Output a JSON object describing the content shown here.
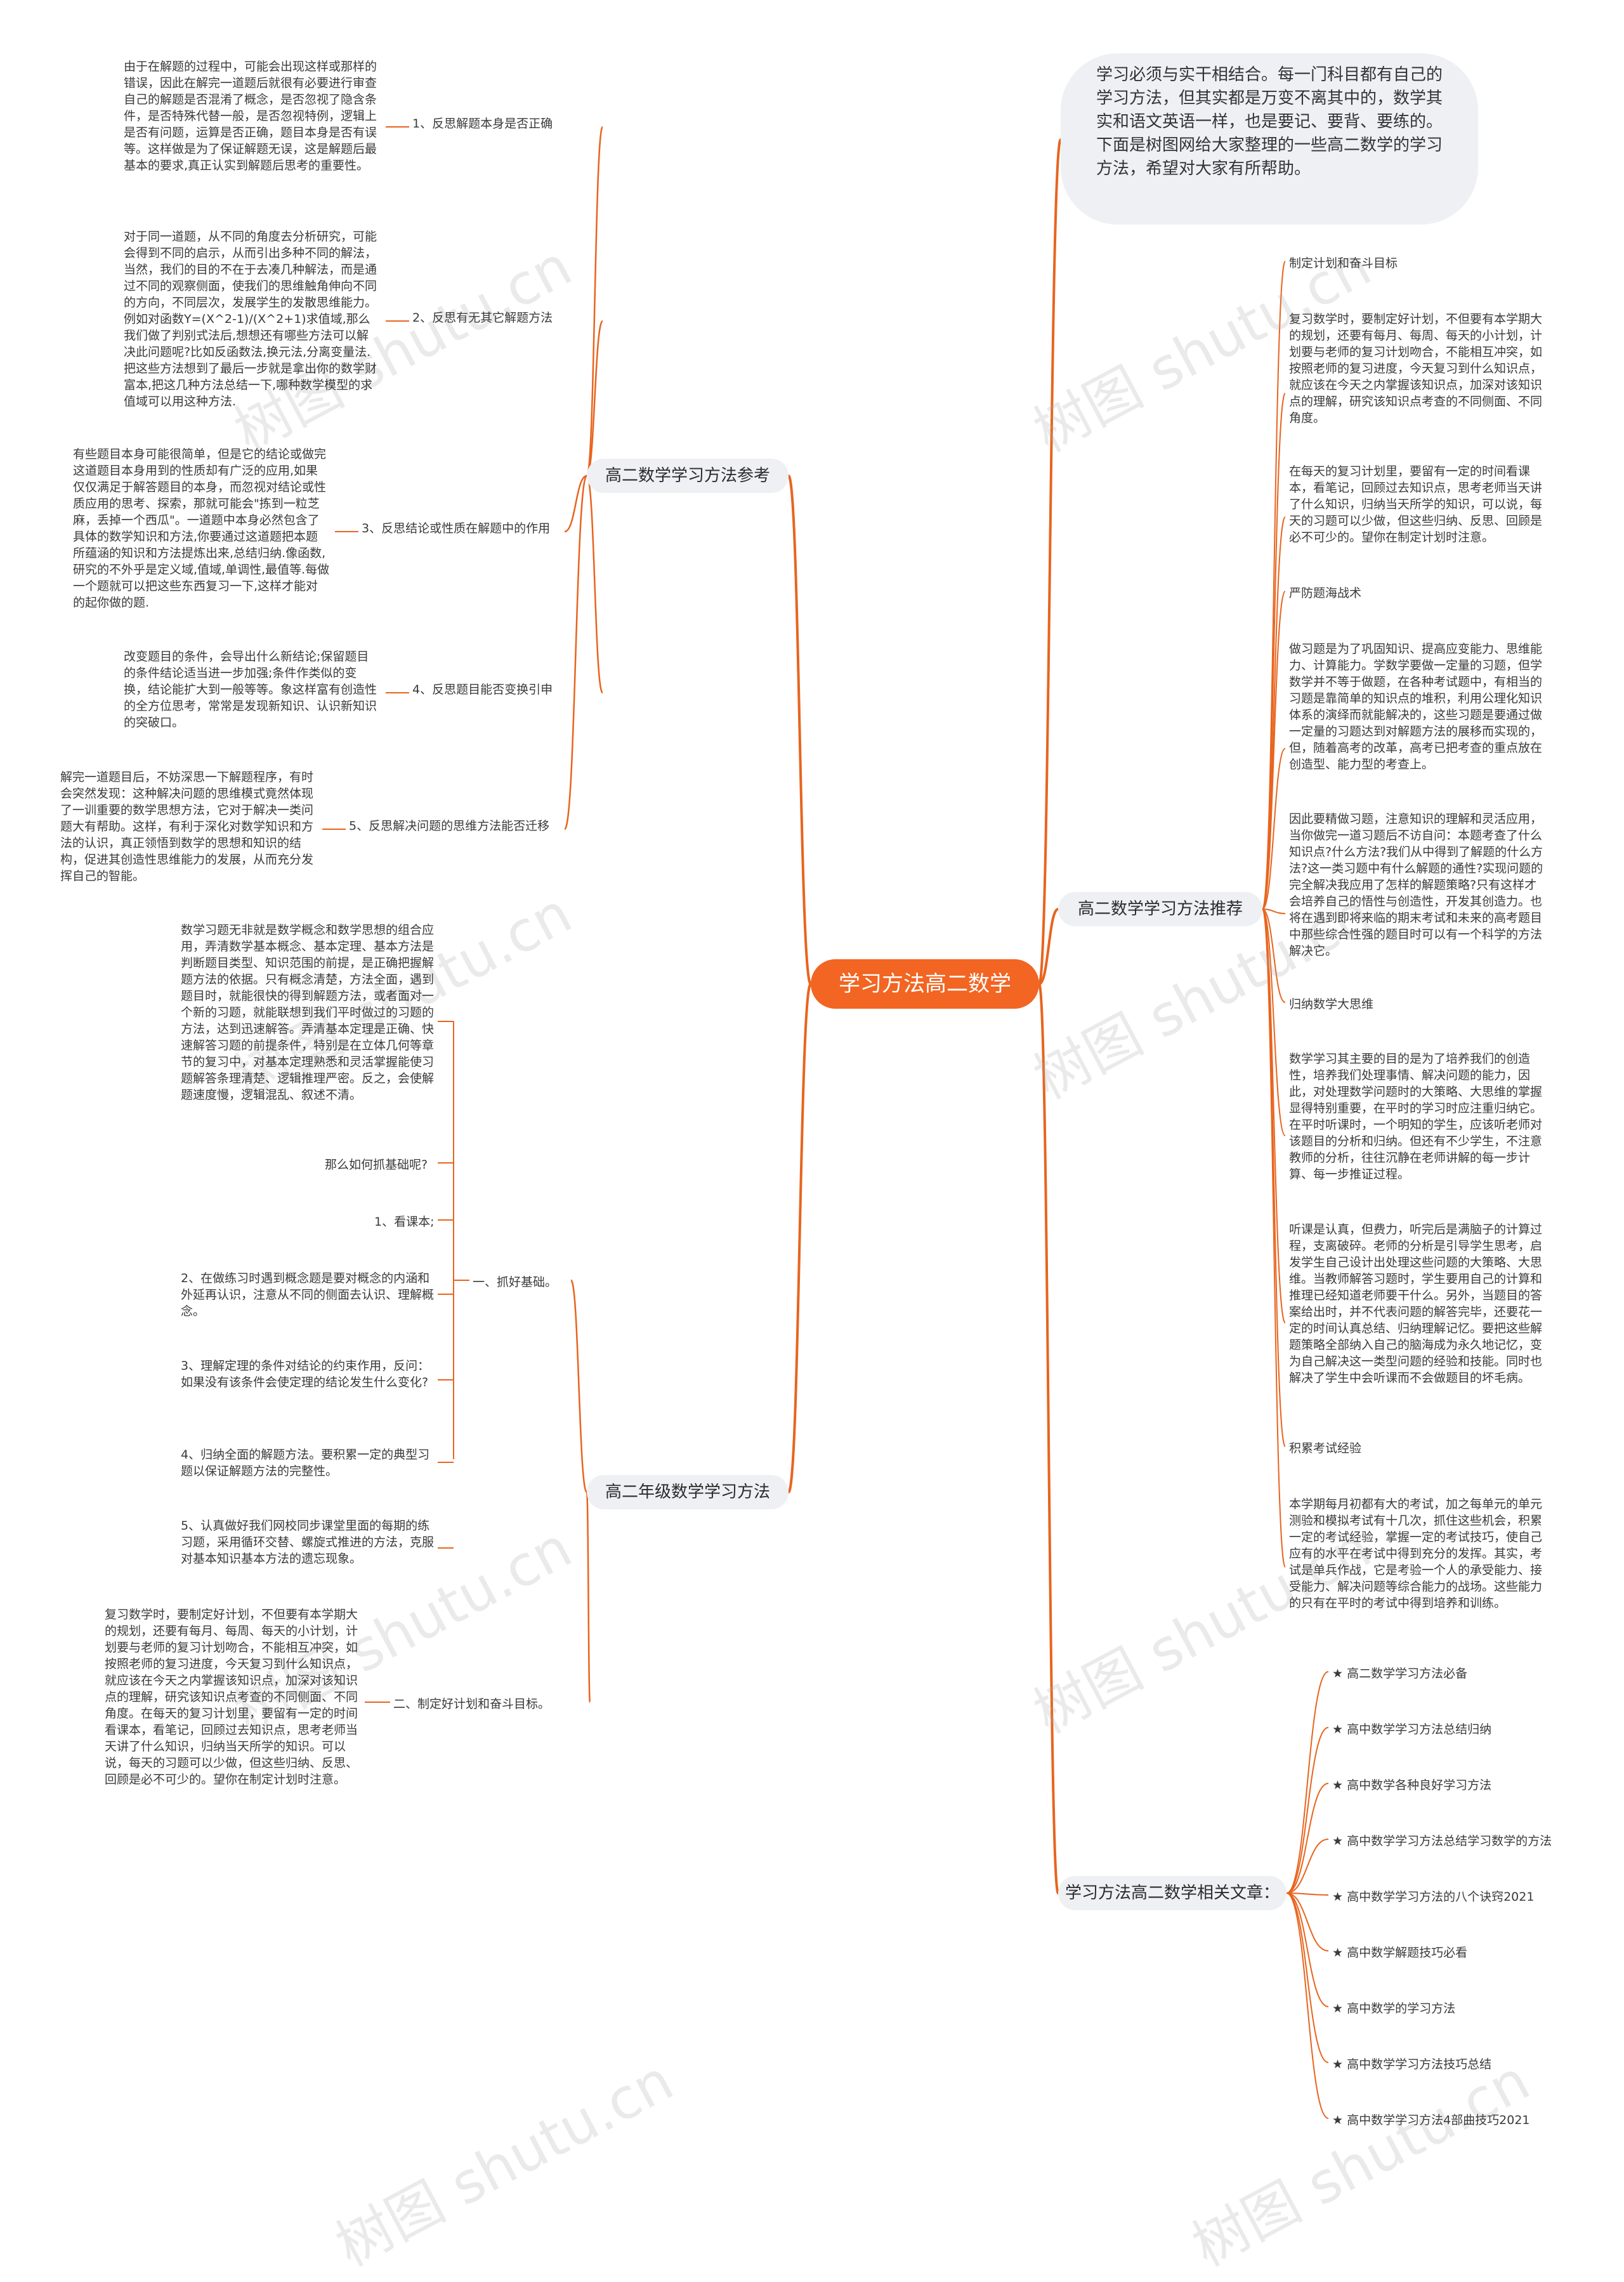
{
  "root": {
    "label": "学习方法高二数学"
  },
  "intro": {
    "text": "学习必须与实干相结合。每一门科目都有自己的学习方法，但其实都是万变不离其中的，数学其实和语文英语一样，也是要记、要背、要练的。下面是树图网给大家整理的一些高二数学的学习方法，希望对大家有所帮助。"
  },
  "watermark": {
    "text": "树图 shutu.cn"
  },
  "left_branches": [
    {
      "label": "高二数学学习方法参考",
      "items": [
        {
          "label": "1、反思解题本身是否正确",
          "text": "由于在解题的过程中，可能会出现这样或那样的错误，因此在解完一道题后就很有必要进行审查自己的解题是否混淆了概念，是否忽视了隐含条件，是否特殊代替一般，是否忽视特例，逻辑上是否有问题，运算是否正确，题目本身是否有误等。这样做是为了保证解题无误，这是解题后最基本的要求,真正认实到解题后思考的重要性。"
        },
        {
          "label": "2、反思有无其它解题方法",
          "text": "对于同一道题，从不同的角度去分析研究，可能会得到不同的启示，从而引出多种不同的解法，当然，我们的目的不在于去凑几种解法，而是通过不同的观察侧面，使我们的思维触角伸向不同的方向，不同层次，发展学生的发散思维能力。例如对函数Y=(X^2-1)/(X^2+1)求值域,那么我们做了判别式法后,想想还有哪些方法可以解决此问题呢?比如反函数法,换元法,分离变量法.把这些方法想到了最后一步就是拿出你的数学财富本,把这几种方法总结一下,哪种数学模型的求值域可以用这种方法."
        },
        {
          "label": "3、反思结论或性质在解题中的作用",
          "text": "有些题目本身可能很简单，但是它的结论或做完这道题目本身用到的性质却有广泛的应用,如果仅仅满足于解答题目的本身，而忽视对结论或性质应用的思考、探索，那就可能会\"拣到一粒芝麻，丢掉一个西瓜\"。一道题中本身必然包含了具体的数学知识和方法,你要通过这道题把本题所蕴涵的知识和方法提炼出来,总结归纳.像函数,研究的不外乎是定义域,值域,单调性,最值等.每做一个题就可以把这些东西复习一下,这样才能对的起你做的题."
        },
        {
          "label": "4、反思题目能否变换引申",
          "text": "改变题目的条件，会导出什么新结论;保留题目的条件结论适当进一步加强;条件作类似的变换，结论能扩大到一般等等。象这样富有创造性的全方位思考，常常是发现新知识、认识新知识的突破口。"
        },
        {
          "label": "5、反思解决问题的思维方法能否迁移",
          "text": "解完一道题目后，不妨深思一下解题程序，有时会突然发现：这种解决问题的思维模式竟然体现了一训重要的数学思想方法，它对于解决一类问题大有帮助。这样，有利于深化对数学知识和方法的认识，真正领悟到数学的思想和知识的结构，促进其创造性思维能力的发展，从而充分发挥自己的智能。"
        }
      ]
    },
    {
      "label": "高二年级数学学习方法",
      "items": [
        {
          "label": "一、抓好基础。",
          "subitems": [
            "数学习题无非就是数学概念和数学思想的组合应用，弄清数学基本概念、基本定理、基本方法是判断题目类型、知识范围的前提，是正确把握解题方法的依据。只有概念清楚，方法全面，遇到题目时，就能很快的得到解题方法，或者面对一个新的习题，就能联想到我们平时做过的习题的方法，达到迅速解答。弄清基本定理是正确、快速解答习题的前提条件，特别是在立体几何等章节的复习中，对基本定理熟悉和灵活掌握能使习题解答条理清楚、逻辑推理严密。反之，会使解题速度慢，逻辑混乱、叙述不清。",
            "那么如何抓基础呢?",
            "1、看课本;",
            "2、在做练习时遇到概念题是要对概念的内涵和外延再认识，注意从不同的侧面去认识、理解概念。",
            "3、理解定理的条件对结论的约束作用，反问：如果没有该条件会使定理的结论发生什么变化?",
            "4、归纳全面的解题方法。要积累一定的典型习题以保证解题方法的完整性。",
            "5、认真做好我们网校同步课堂里面的每期的练习题，采用循环交替、螺旋式推进的方法，克服对基本知识基本方法的遗忘现象。"
          ]
        },
        {
          "label": "二、制定好计划和奋斗目标。",
          "text": "复习数学时，要制定好计划，不但要有本学期大的规划，还要有每月、每周、每天的小计划，计划要与老师的复习计划吻合，不能相互冲突，如按照老师的复习进度，今天复习到什么知识点，就应该在今天之内掌握该知识点，加深对该知识点的理解，研究该知识点考查的不同侧面、不同角度。在每天的复习计划里，要留有一定的时间看课本，看笔记，回顾过去知识点，思考老师当天讲了什么知识，归纳当天所学的知识。可以说，每天的习题可以少做，但这些归纳、反思、回顾是必不可少的。望你在制定计划时注意。"
        }
      ]
    }
  ],
  "right_branches": [
    {
      "label": "高二数学学习方法推荐",
      "items": [
        {
          "type": "label",
          "text": "制定计划和奋斗目标"
        },
        {
          "type": "text",
          "text": "复习数学时，要制定好计划，不但要有本学期大的规划，还要有每月、每周、每天的小计划，计划要与老师的复习计划吻合，不能相互冲突，如按照老师的复习进度，今天复习到什么知识点，就应该在今天之内掌握该知识点，加深对该知识点的理解，研究该知识点考查的不同侧面、不同角度。"
        },
        {
          "type": "text",
          "text": "在每天的复习计划里，要留有一定的时间看课本，看笔记，回顾过去知识点，思考老师当天讲了什么知识，归纳当天所学的知识，可以说，每天的习题可以少做，但这些归纳、反思、回顾是必不可少的。望你在制定计划时注意。"
        },
        {
          "type": "label",
          "text": "严防题海战术"
        },
        {
          "type": "text",
          "text": "做习题是为了巩固知识、提高应变能力、思维能力、计算能力。学数学要做一定量的习题，但学数学并不等于做题，在各种考试题中，有相当的习题是靠简单的知识点的堆积，利用公理化知识体系的演绎而就能解决的，这些习题是要通过做一定量的习题达到对解题方法的展移而实现的，但，随着高考的改革，高考已把考查的重点放在创造型、能力型的考查上。"
        },
        {
          "type": "text",
          "text": "因此要精做习题，注意知识的理解和灵活应用，当你做完一道习题后不访自问：本题考查了什么知识点?什么方法?我们从中得到了解题的什么方法?这一类习题中有什么解题的通性?实现问题的完全解决我应用了怎样的解题策略?只有这样才会培养自己的悟性与创造性，开发其创造力。也将在遇到即将来临的期末考试和未来的高考题目中那些综合性强的题目时可以有一个科学的方法解决它。"
        },
        {
          "type": "label",
          "text": "归纳数学大思维"
        },
        {
          "type": "text",
          "text": "数学学习其主要的目的是为了培养我们的创造性，培养我们处理事情、解决问题的能力，因此，对处理数学问题时的大策略、大思维的掌握显得特别重要，在平时的学习时应注重归纳它。在平时听课时，一个明知的学生，应该听老师对该题目的分析和归纳。但还有不少学生，不注意教师的分析，往往沉静在老师讲解的每一步计算、每一步推证过程。"
        },
        {
          "type": "text",
          "text": "听课是认真，但费力，听完后是满脑子的计算过程，支离破碎。老师的分析是引导学生思考，启发学生自己设计出处理这些问题的大策略、大思维。当教师解答习题时，学生要用自己的计算和推理已经知道老师要干什么。另外，当题目的答案给出时，并不代表问题的解答完毕，还要花一定的时间认真总结、归纳理解记忆。要把这些解题策略全部纳入自己的脑海成为永久地记忆，变为自己解决这一类型问题的经验和技能。同时也解决了学生中会听课而不会做题目的坏毛病。"
        },
        {
          "type": "label",
          "text": "积累考试经验"
        },
        {
          "type": "text",
          "text": "本学期每月初都有大的考试，加之每单元的单元测验和模拟考试有十几次，抓住这些机会，积累一定的考试经验，掌握一定的考试技巧，使自己应有的水平在考试中得到充分的发挥。其实，考试是单兵作战，它是考验一个人的承受能力、接受能力、解决问题等综合能力的战场。这些能力的只有在平时的考试中得到培养和训练。"
        }
      ]
    },
    {
      "label": "学习方法高二数学相关文章：",
      "items": [
        "★ 高二数学学习方法必备",
        "★ 高中数学学习方法总结归纳",
        "★ 高中数学各种良好学习方法",
        "★ 高中数学学习方法总结学习数学的方法",
        "★ 高中数学学习方法的八个诀窍2021",
        "★ 高中数学解题技巧必看",
        "★ 高中数学的学习方法",
        "★ 高中数学学习方法技巧总结",
        "★ 高中数学学习方法4部曲技巧2021"
      ]
    }
  ],
  "colors": {
    "line": "#E8641E",
    "root_bg": "#F26522",
    "branch_bg": "#EEF0F4",
    "text": "#333333"
  }
}
